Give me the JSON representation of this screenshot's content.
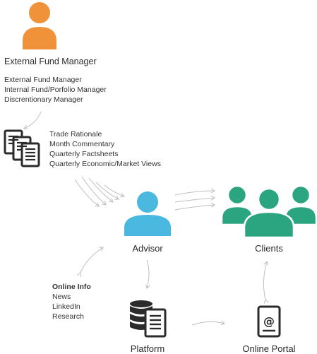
{
  "colors": {
    "manager": "#f0923a",
    "advisor": "#4bb8e0",
    "clients": "#2aa57f",
    "dark": "#2b2b2b",
    "arrow": "#bfbfbf"
  },
  "manager": {
    "icon": "person-icon",
    "title": "External Fund Manager",
    "types": [
      "External Fund Manager",
      "Internal Fund/Porfolio Manager",
      "Discrentionary Manager"
    ]
  },
  "documents": {
    "icon": "documents-icon",
    "items": [
      "Trade Rationale",
      "Month Commentary",
      "Quarterly Factsheets",
      "Quarterly Economic/Market Views"
    ]
  },
  "advisor": {
    "icon": "person-icon",
    "label": "Advisor"
  },
  "clients": {
    "icon": "group-icon",
    "label": "Clients"
  },
  "online_info": {
    "heading": "Online Info",
    "items": [
      "News",
      "LinkedIn",
      "Research"
    ]
  },
  "platform": {
    "icon": "database-icon",
    "label": "Platform"
  },
  "portal": {
    "icon": "portal-icon",
    "label": "Online Portal"
  }
}
